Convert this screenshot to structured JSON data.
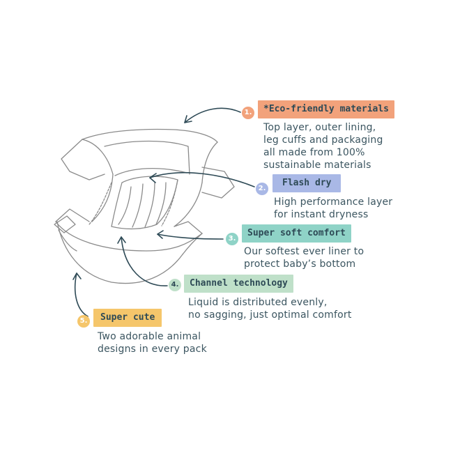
{
  "colors": {
    "orange": "#f2a27b",
    "blue": "#a9b8e6",
    "teal": "#8fd3c7",
    "green": "#bfe0c9",
    "yellow": "#f5c66b",
    "ink": "#2e4a56",
    "line": "#8a8a8a"
  },
  "features": [
    {
      "number": "1.",
      "title": "*Eco-friendly materials",
      "color": "orange",
      "lines": [
        "Top layer, outer lining,",
        "leg cuffs and packaging",
        "all made from 100%",
        "sustainable materials"
      ]
    },
    {
      "number": "2.",
      "title": "Flash dry",
      "color": "blue",
      "lines": [
        "High performance layer",
        "for instant dryness"
      ]
    },
    {
      "number": "3.",
      "title": "Super soft comfort",
      "color": "teal",
      "lines": [
        "Our softest ever liner to",
        "protect baby’s bottom"
      ]
    },
    {
      "number": "4.",
      "title": "Channel technology",
      "color": "green",
      "lines": [
        "Liquid is distributed evenly,",
        "no sagging, just optimal comfort"
      ]
    },
    {
      "number": "5.",
      "title": "Super cute",
      "color": "yellow",
      "lines": [
        "Two adorable animal",
        "designs in every pack"
      ]
    }
  ]
}
